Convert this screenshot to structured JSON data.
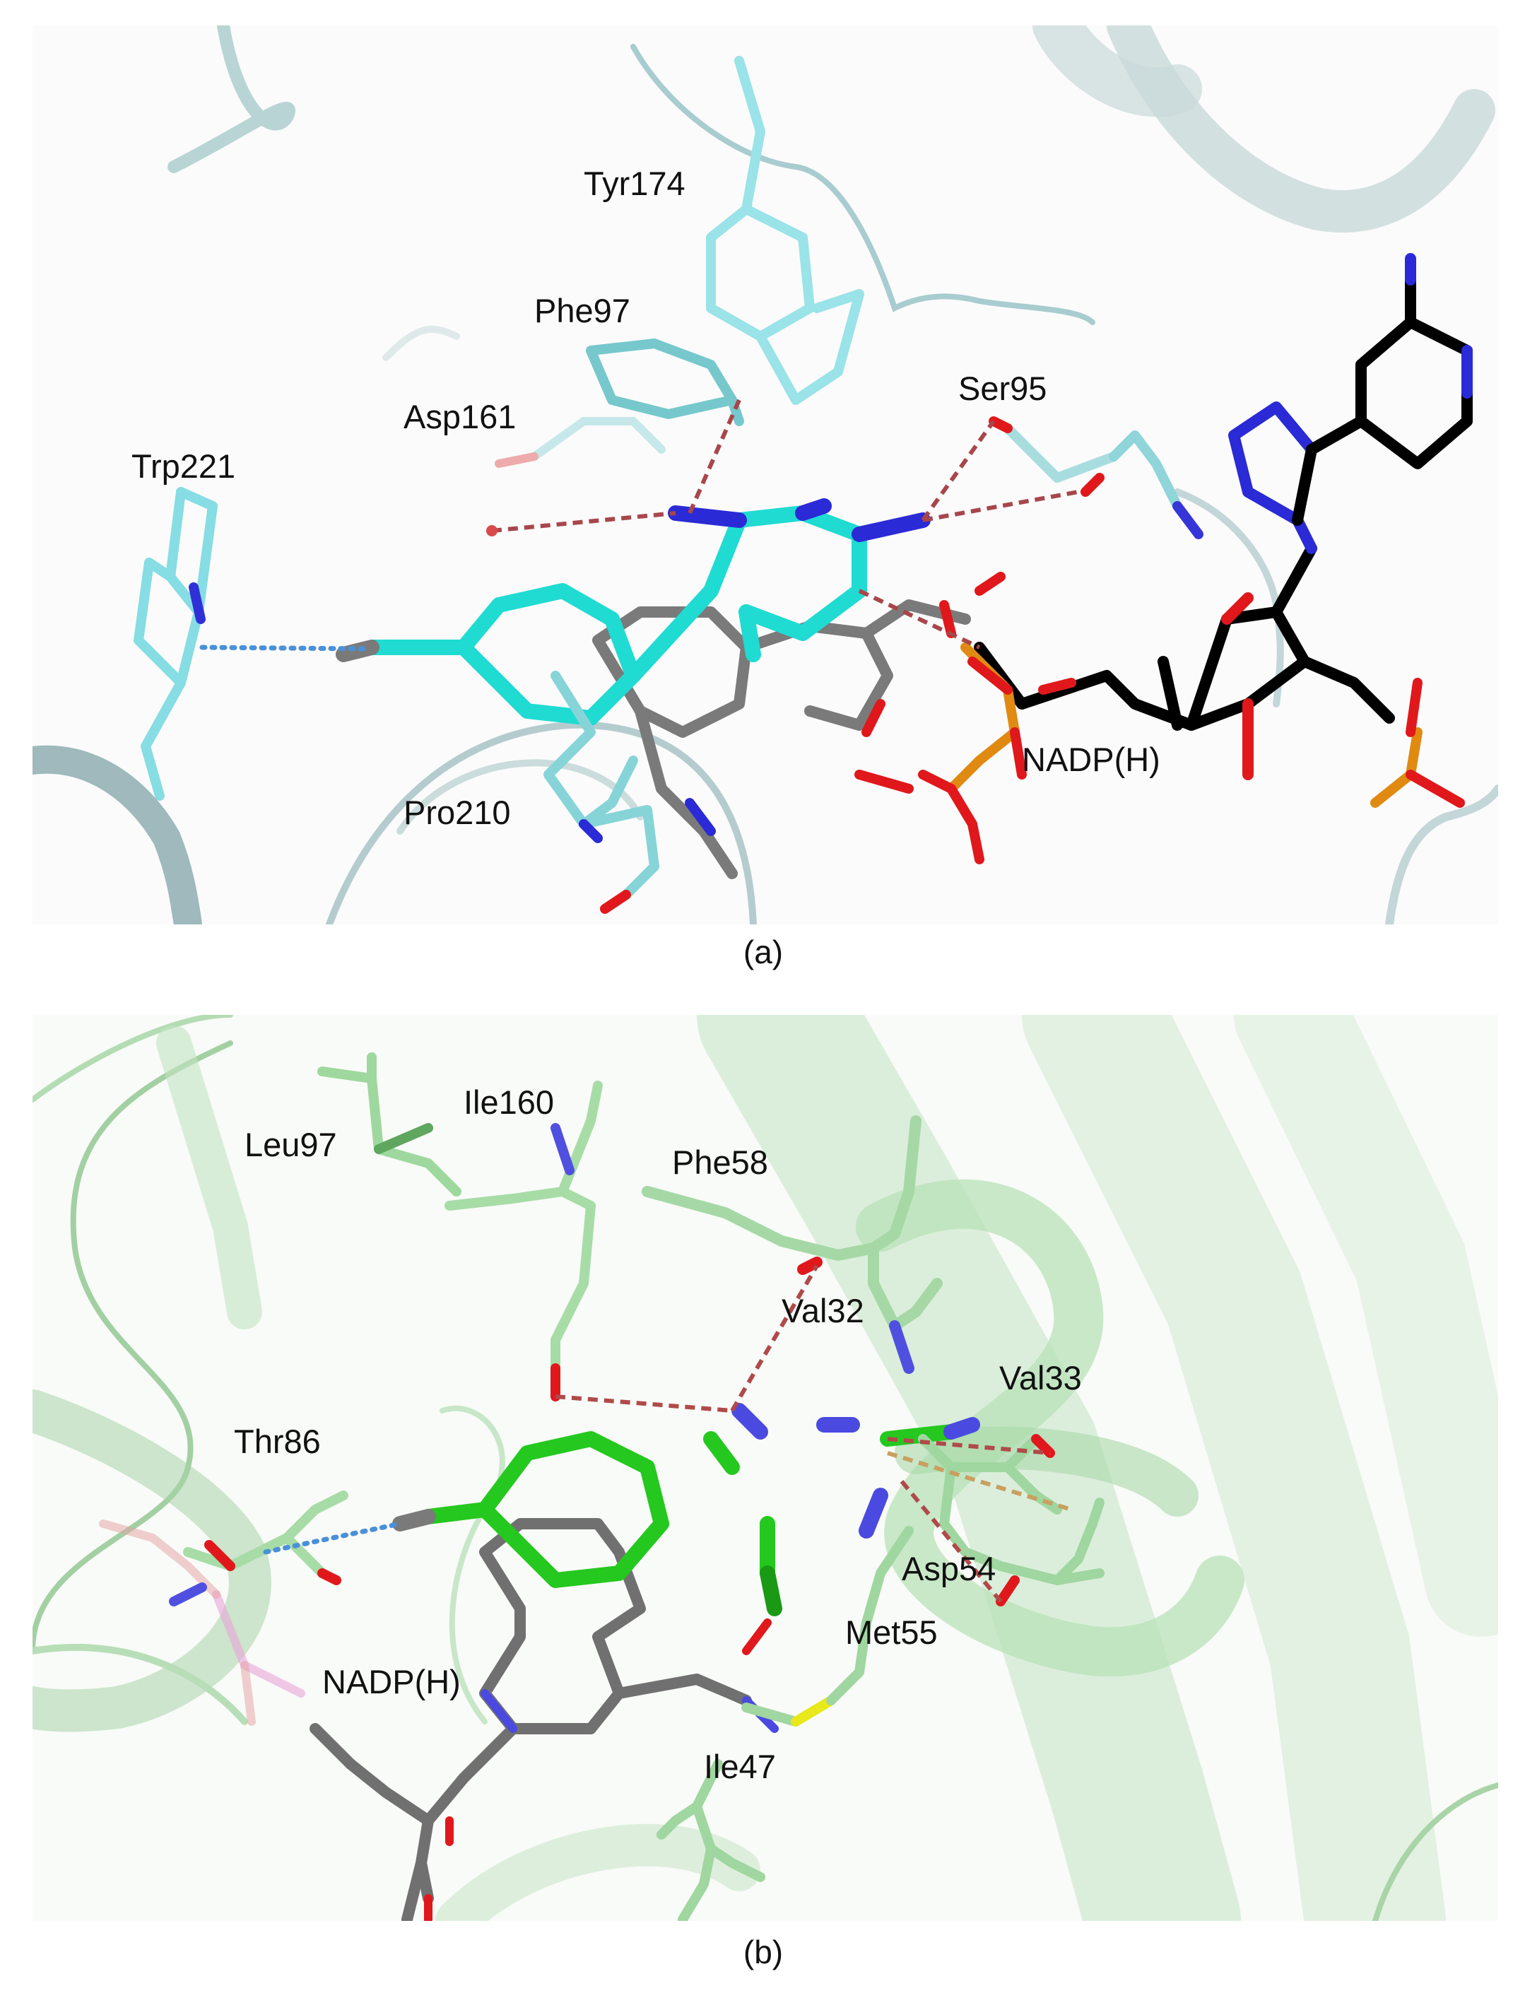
{
  "panel_a": {
    "caption": "(a)",
    "labels": {
      "tyr174": "Tyr174",
      "phe97": "Phe97",
      "asp161": "Asp161",
      "ser95": "Ser95",
      "trp221": "Trp221",
      "pro210": "Pro210",
      "nadph": "NADP(H)"
    },
    "colors": {
      "protein": "#7fd6d9",
      "ligand": "#22dcd0",
      "cofactor": "#000000",
      "nitrogen": "#2a2ad6",
      "oxygen": "#e3161b",
      "phosphorus": "#e08a12",
      "hbond": "#a8464b",
      "halogen_bond": "#4a90d9"
    }
  },
  "panel_b": {
    "caption": "(b)",
    "labels": {
      "leu97": "Leu97",
      "ile160": "Ile160",
      "phe58": "Phe58",
      "val32": "Val32",
      "val33": "Val33",
      "thr86": "Thr86",
      "asp54": "Asp54",
      "met55": "Met55",
      "nadph": "NADP(H)",
      "ile47": "Ile47"
    },
    "colors": {
      "protein": "#9fdc9f",
      "ligand": "#25c81e",
      "cofactor": "#707070",
      "nitrogen": "#3a3ae0",
      "oxygen": "#e3161b",
      "sulfur": "#e8e81a",
      "hbond": "#b04a4a",
      "halogen_bond": "#4a90d9"
    }
  }
}
